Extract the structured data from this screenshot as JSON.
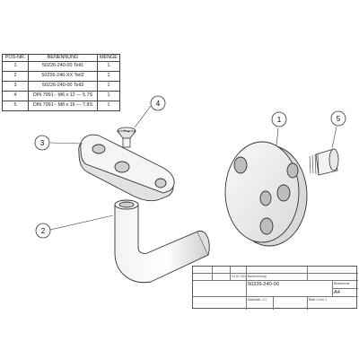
{
  "bom": {
    "headers": [
      "POS-NR.",
      "BENENNUNG",
      "MENGE"
    ],
    "rows": [
      {
        "pos": "1",
        "name": "50226-240-00 Teil1",
        "qty": "1"
      },
      {
        "pos": "2",
        "name": "50226-240-XX Teil2",
        "qty": "1"
      },
      {
        "pos": "3",
        "name": "50226-240-00 Teil3",
        "qty": "1"
      },
      {
        "pos": "4",
        "name": "DIN 7991 - M6 x 12 --- 5.7S",
        "qty": "1"
      },
      {
        "pos": "5",
        "name": "DIN 7991 - M8 x 16 --- 7.8S",
        "qty": "1"
      }
    ]
  },
  "balloons": {
    "b1": "1",
    "b2": "2",
    "b3": "3",
    "b4": "4",
    "b5": "5"
  },
  "title_block": {
    "field_date": "13.07.2011",
    "drawing_no_label": "Bezeichnung",
    "drawing_no": "50226-240-00",
    "format_label": "Blattformat",
    "format": "A4",
    "scale": "Maßstab: 1:1",
    "sheet": "Blatt 1 von 1"
  },
  "colors": {
    "line": "#333333",
    "fill_light": "#f4f4f4",
    "fill_mid": "#e6e6e6",
    "fill_dark": "#cfcfcf"
  }
}
